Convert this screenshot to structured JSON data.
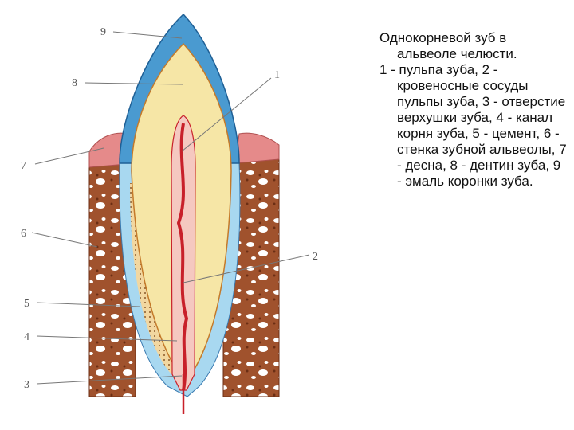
{
  "caption": {
    "title": "Однокорневой зуб в альвеоле челюсти.",
    "legend": "1 - пульпа зуба, 2 - кровеносные сосуды пульпы зуба, 3 - отверстие верхушки зуба, 4 - канал корня зуба, 5 - цемент, 6 - стенка зубной альвеолы, 7 - десна, 8 - дентин зуба, 9 - эмаль коронки зуба."
  },
  "labels": {
    "n1": "1",
    "n2": "2",
    "n3": "3",
    "n4": "4",
    "n5": "5",
    "n6": "6",
    "n7": "7",
    "n8": "8",
    "n9": "9"
  },
  "colors": {
    "enamel": "#4a9ad0",
    "dentin": "#f6e6a6",
    "pulp": "#e89a8a",
    "vessel": "#c8202a",
    "bone": "#a0522d",
    "gum": "#e58a8a",
    "cement": "#a8d8f0"
  }
}
